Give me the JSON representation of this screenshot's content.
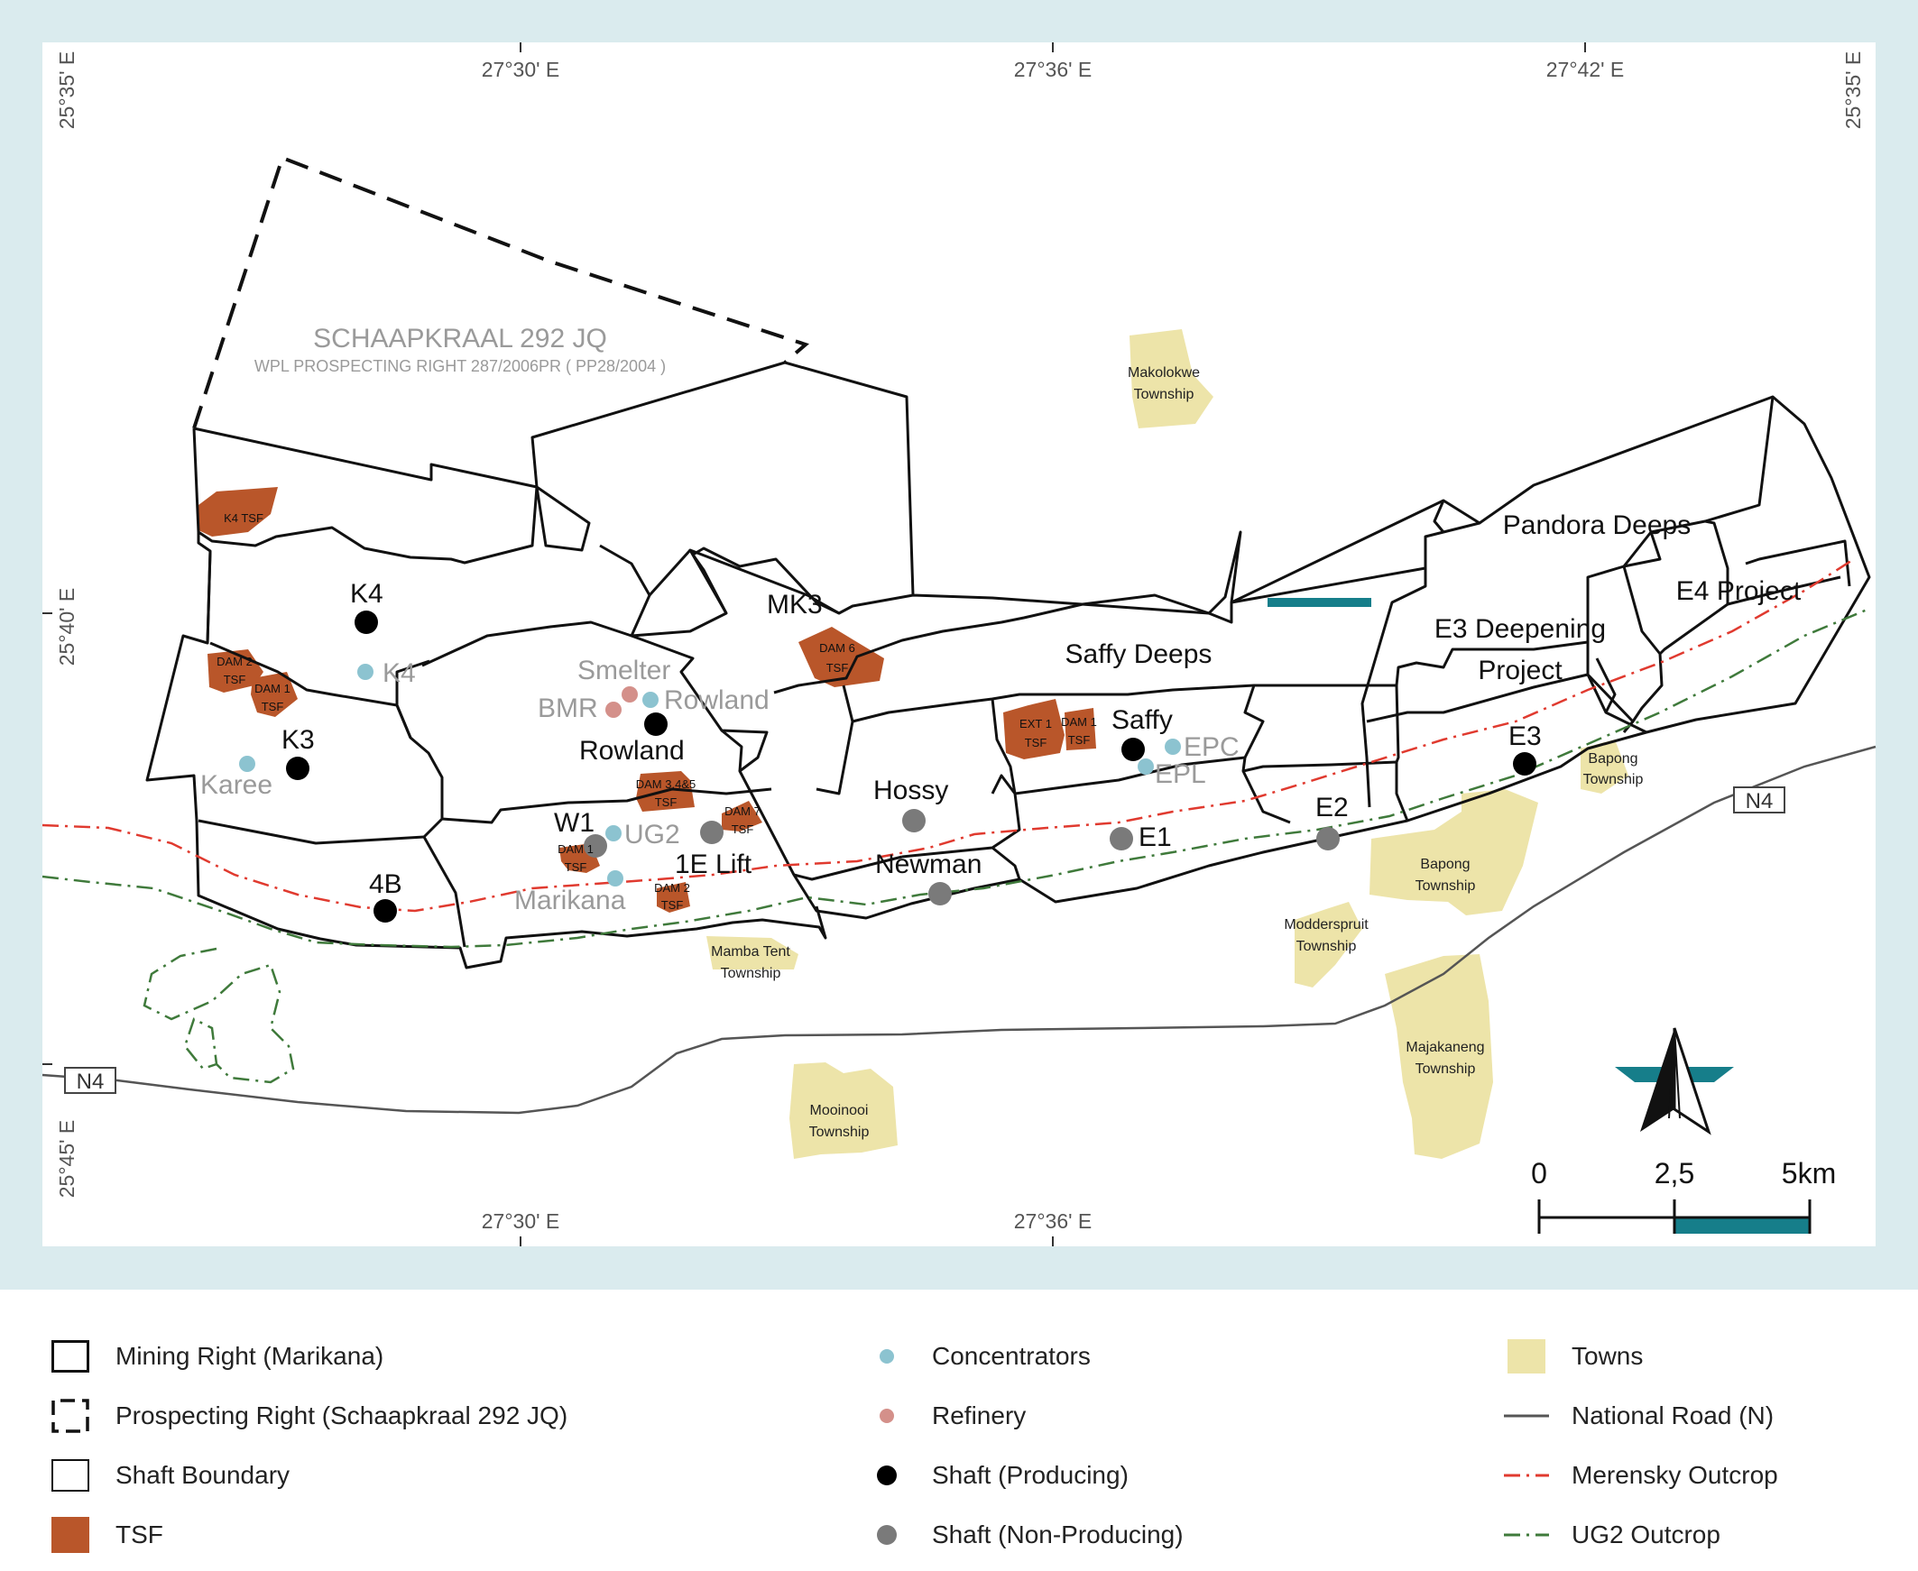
{
  "colors": {
    "frame": "#daebee",
    "tsf": "#b9562a",
    "town": "#ede4a9",
    "concentrator": "#8cc3d0",
    "refinery": "#d4908a",
    "shaft_producing": "#000000",
    "shaft_non_producing": "#7a7a7a",
    "merensky": "#e03a2f",
    "ug2": "#3f7a3b",
    "road": "#555555",
    "accent": "#167e8a"
  },
  "coords": {
    "top_left_lon": "27°30' E",
    "top_mid_lon": "27°36' E",
    "top_right_lon": "27°42' E",
    "bottom_left_lon": "27°30' E",
    "bottom_mid_lon": "27°36' E",
    "left_top_lat": "25°35' E",
    "left_mid_lat": "25°40' E",
    "left_bottom_lat": "25°45' E",
    "right_top_lat": "25°35' E"
  },
  "areas": {
    "schaapkraal_title": "SCHAAPKRAAL 292 JQ",
    "schaapkraal_sub": "WPL PROSPECTING RIGHT 287/2006PR ( PP28/2004 )",
    "pandora": "Pandora Deeps",
    "e4": "E4 Project",
    "e3_deep_1": "E3 Deepening",
    "e3_deep_2": "Project",
    "saffy_deeps": "Saffy Deeps"
  },
  "shafts": {
    "k4": "K4",
    "k3": "K3",
    "b4": "4B",
    "mk3": "MK3",
    "rowland": "Rowland",
    "w1": "W1",
    "lift": "1E Lift",
    "hossy": "Hossy",
    "newman": "Newman",
    "saffy": "Saffy",
    "e1": "E1",
    "e2": "E2",
    "e3": "E3"
  },
  "plants": {
    "k4c": "K4",
    "karee": "Karee",
    "smelter": "Smelter",
    "bmr": "BMR",
    "rowland_c": "Rowland",
    "ug2": "UG2",
    "marikana": "Marikana",
    "epc": "EPC",
    "epl": "EPL"
  },
  "tsf": {
    "k4": "K4 TSF",
    "dam2a": "DAM 2",
    "dam2b": "TSF",
    "dam1a": "DAM 1",
    "dam1b": "TSF",
    "dam6a": "DAM 6",
    "dam6b": "TSF",
    "dam345a": "DAM 3,4&5",
    "dam345b": "TSF",
    "dam7a": "DAM 7",
    "dam7b": "TSF",
    "w_dam1a": "DAM 1",
    "w_dam1b": "TSF",
    "w_dam2a": "DAM 2",
    "w_dam2b": "TSF",
    "ext1a": "EXT 1",
    "ext1b": "TSF",
    "s_dam1a": "DAM 1",
    "s_dam1b": "TSF"
  },
  "towns": {
    "makolokwe_1": "Makolokwe",
    "makolokwe_2": "Township",
    "bapong_small_1": "Bapong",
    "bapong_small_2": "Township",
    "bapong_1": "Bapong",
    "bapong_2": "Township",
    "modder_1": "Modderspruit",
    "modder_2": "Township",
    "maja_1": "Majakaneng",
    "maja_2": "Township",
    "mamba_1": "Mamba Tent",
    "mamba_2": "Township",
    "mooi_1": "Mooinooi",
    "mooi_2": "Township"
  },
  "roads": {
    "n4_right": "N4",
    "n4_left": "N4"
  },
  "north_arrow": "TN",
  "scale": {
    "v0": "0",
    "v1": "2,5",
    "v2": "5km"
  },
  "legend": {
    "mining_right": "Mining Right (Marikana)",
    "prospecting_right": "Prospecting Right (Schaapkraal 292 JQ)",
    "shaft_boundary": "Shaft Boundary",
    "tsf": "TSF",
    "concentrators": "Concentrators",
    "refinery": "Refinery",
    "shaft_producing": "Shaft (Producing)",
    "shaft_non_producing": "Shaft (Non-Producing)",
    "towns": "Towns",
    "national_road": "National Road (N)",
    "merensky": "Merensky Outcrop",
    "ug2": "UG2 Outcrop"
  }
}
